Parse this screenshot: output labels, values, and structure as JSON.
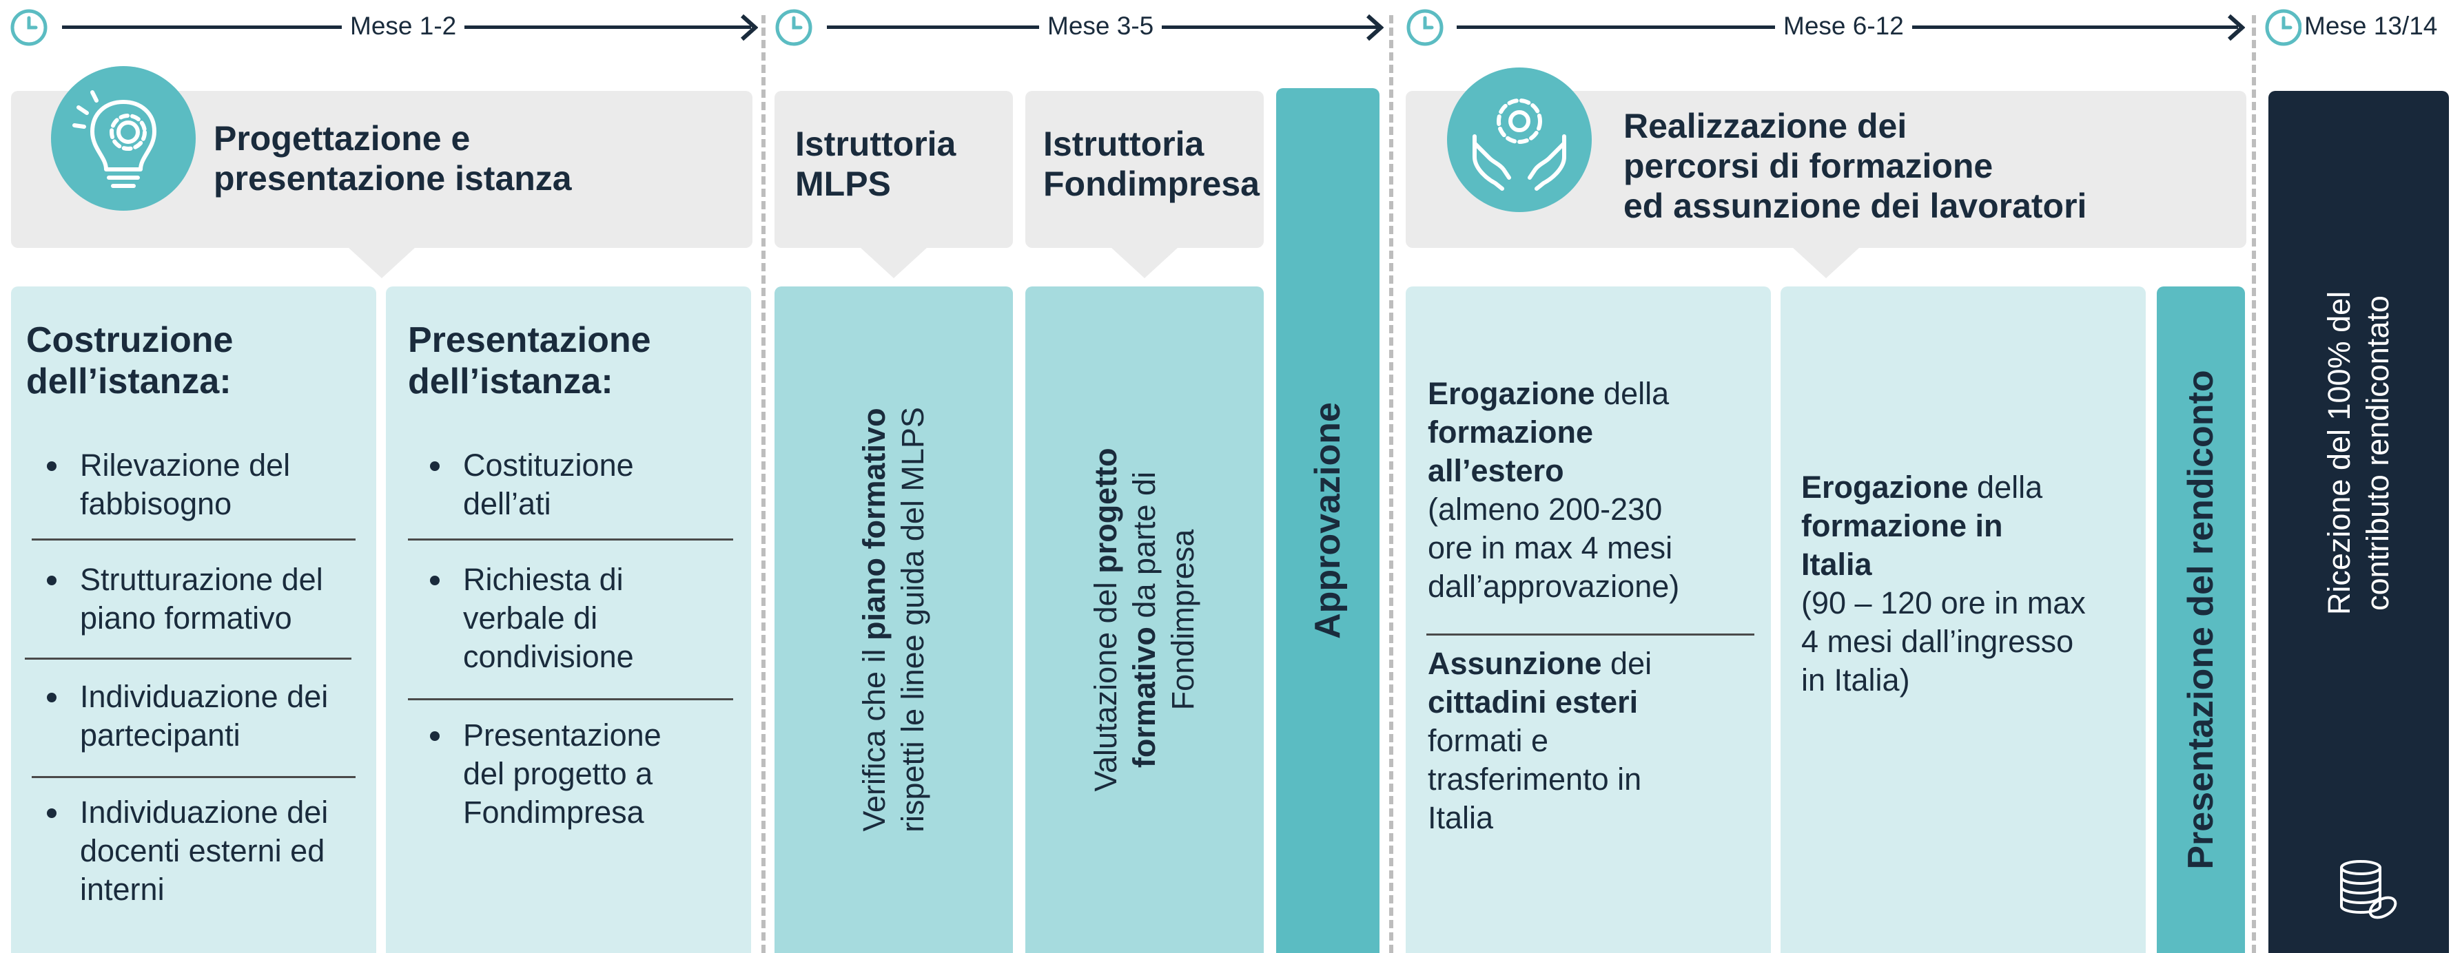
{
  "timeline": {
    "phase1": "Mese 1-2",
    "phase2": "Mese 3-5",
    "phase3": "Mese 6-12",
    "phase4": "Mese 13/14"
  },
  "headers": {
    "progettazione": [
      "Progettazione e",
      "presentazione istanza"
    ],
    "istruttoria_mlps": [
      "Istruttoria",
      "MLPS"
    ],
    "istruttoria_fond": [
      "Istruttoria",
      "Fondimpresa"
    ],
    "realizzazione": [
      "Realizzazione dei",
      "percorsi di formazione",
      "ed assunzione dei lavoratori"
    ]
  },
  "costruzione": {
    "title": [
      "Costruzione",
      "dell’istanza:"
    ],
    "items": [
      [
        "Rilevazione del",
        "fabbisogno"
      ],
      [
        "Strutturazione del",
        "piano formativo"
      ],
      [
        "Individuazione dei",
        "partecipanti"
      ],
      [
        "Individuazione dei",
        "docenti esterni ed",
        "interni"
      ]
    ]
  },
  "presentazione": {
    "title": [
      "Presentazione",
      "dell’istanza:"
    ],
    "items": [
      [
        "Costituzione",
        "dell’ati"
      ],
      [
        "Richiesta di",
        "verbale di",
        "condivisione"
      ],
      [
        "Presentazione",
        "del progetto a",
        "Fondimpresa"
      ]
    ]
  },
  "verifica": {
    "l1a": "Verifica che il ",
    "l1b": "piano formativo",
    "l2": "rispetti le linee guida del MLPS"
  },
  "valutazione": {
    "l1a": "Valutazione del ",
    "l1b": "progetto",
    "l2a": "formativo",
    "l2b": " da parte di",
    "l3": "Fondimpresa"
  },
  "approvazione": "Approvazione",
  "erogazione_estero": {
    "b1": "Erogazione",
    "t1": " della",
    "b2": "formazione",
    "b3": "all’estero",
    "rest": [
      "(almeno 200-230",
      "ore in max 4 mesi",
      "dall’approvazione)"
    ]
  },
  "assunzione": {
    "b1": "Assunzione",
    "t1": " dei",
    "b2": "cittadini esteri",
    "rest": [
      "formati e",
      "trasferimento in",
      "Italia"
    ]
  },
  "erogazione_italia": {
    "b1": "Erogazione",
    "t1": " della",
    "b2": "formazione in",
    "b3": "Italia",
    "rest": [
      "(90 – 120 ore in max",
      "4 mesi dall’ingresso",
      "in Italia)"
    ]
  },
  "rendiconto": "Presentazione del rendiconto",
  "ricezione": [
    "Ricezione del 100% del",
    "contributo rendicontato"
  ],
  "colors": {
    "navy": "#18283a",
    "teal": "#5bbcc2",
    "mid_teal": "#a6dbde",
    "light_teal": "#d5edef",
    "header_grey": "#ebebeb"
  },
  "icons": [
    "clock-icon",
    "lightbulb-gear-icon",
    "hands-brain-gear-icon",
    "coins-icon"
  ]
}
